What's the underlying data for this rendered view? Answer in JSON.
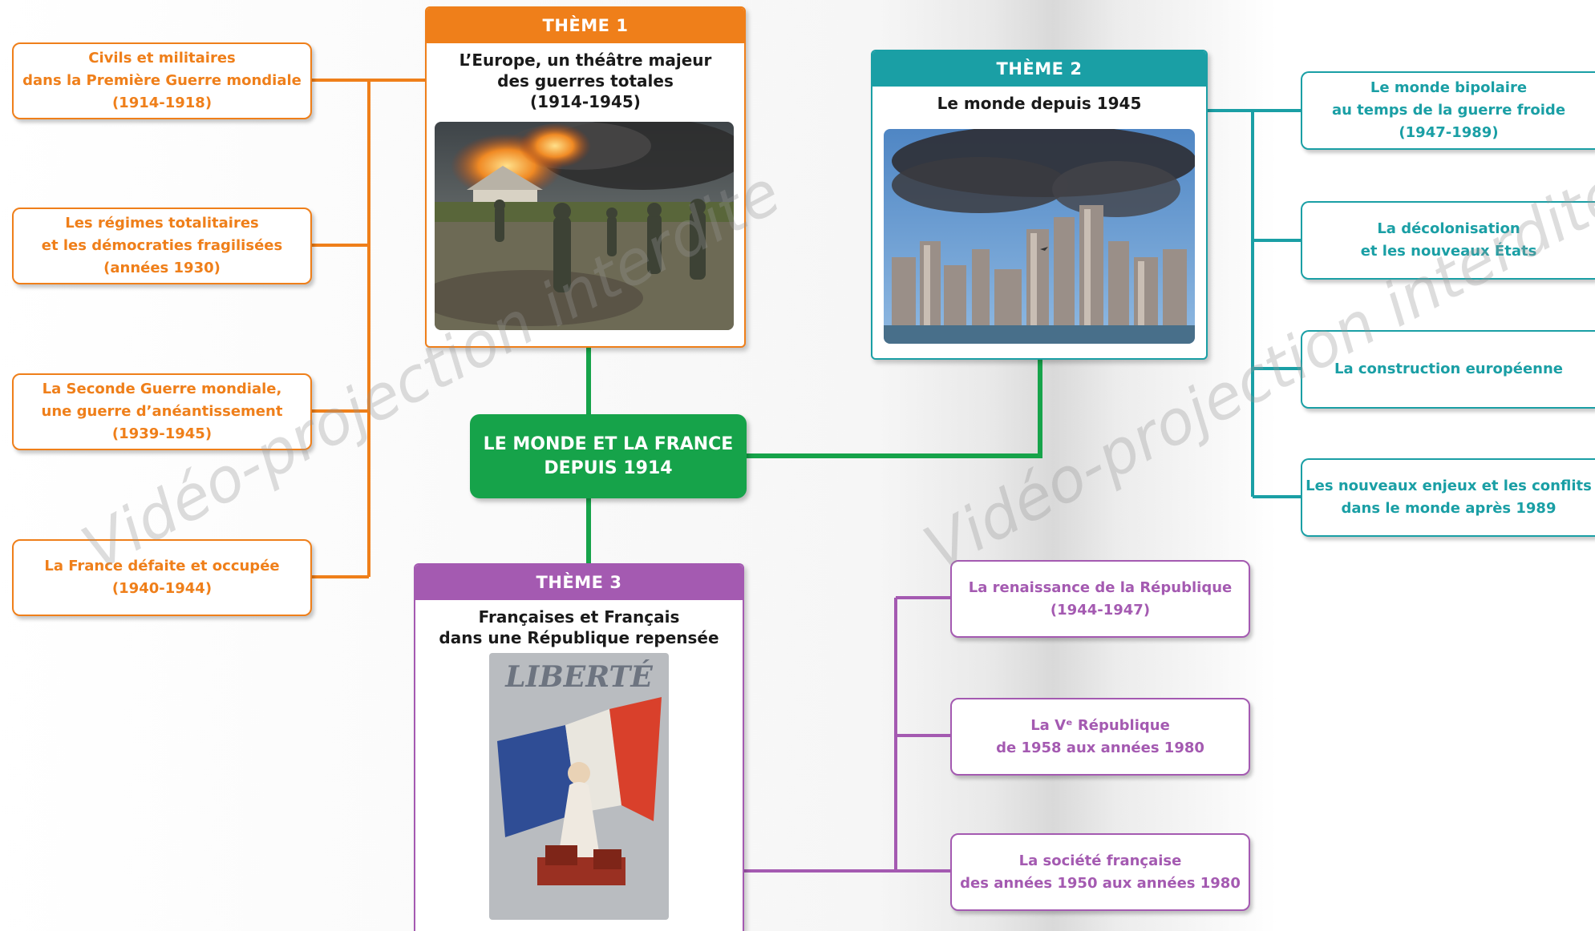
{
  "center": {
    "label": "LE MONDE ET LA FRANCE\nDEPUIS 1914"
  },
  "theme1": {
    "header": "THÈME 1",
    "title": "L’Europe, un théâtre majeur\ndes guerres totales\n(1914-1945)",
    "color": "#ef7f1a",
    "items": [
      "Civils et militaires\ndans la Première Guerre mondiale\n(1914-1918)",
      "Les régimes totalitaires\net les démocraties fragilisées\n(années 1930)",
      "La Seconde Guerre mondiale,\nune guerre d’anéantissement\n(1939-1945)",
      "La France défaite et occupée\n(1940-1944)"
    ]
  },
  "theme2": {
    "header": "THÈME 2",
    "title": "Le monde depuis 1945",
    "color": "#1a9fa5",
    "items": [
      "Le monde bipolaire\nau temps de la guerre froide\n(1947-1989)",
      "La décolonisation\net les nouveaux États",
      "La construction européenne",
      "Les nouveaux enjeux et les conflits\ndans le monde après 1989"
    ]
  },
  "theme3": {
    "header": "THÈME 3",
    "title": "Françaises et Français\ndans une République repensée",
    "color": "#a45ab1",
    "poster_text": "LIBERTÉ",
    "items": [
      "La renaissance de la République\n(1944-1947)",
      "La Vᵉ République\nde 1958 aux années 1980",
      "La société française\ndes années 1950 aux années 1980"
    ]
  },
  "watermark": "Vidéo-projection interdite",
  "center_color": "#16a34a"
}
